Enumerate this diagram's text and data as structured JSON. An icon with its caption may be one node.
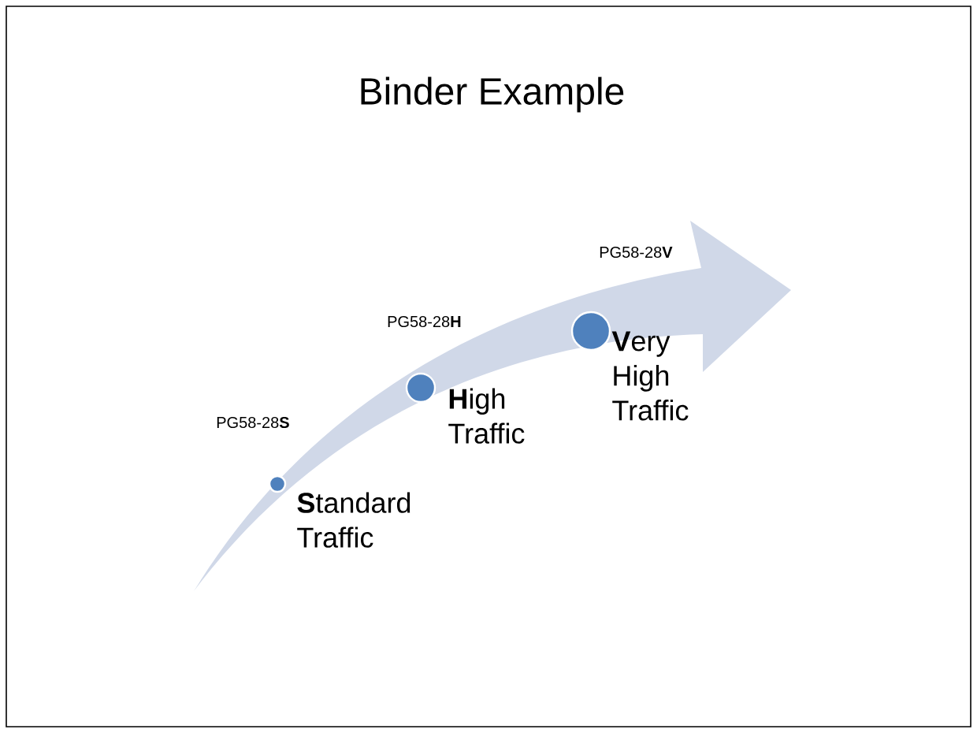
{
  "diagram": {
    "title": "Binder Example",
    "nodes": [
      {
        "text": [],
        "shape": "arrow"
      },
      {
        "text": [
          "**S**tandard Traffic"
        ],
        "beside": [
          "PG58-28**S**"
        ],
        "in": 0
      },
      {
        "text": [
          "**H**igh Traffic"
        ],
        "beside": [
          "PG58-28**H**"
        ],
        "in": 0
      },
      {
        "text": [
          "**V**ery High Traffic"
        ],
        "beside": [
          "PG58-28**V**"
        ],
        "in": 0
      }
    ]
  }
}
